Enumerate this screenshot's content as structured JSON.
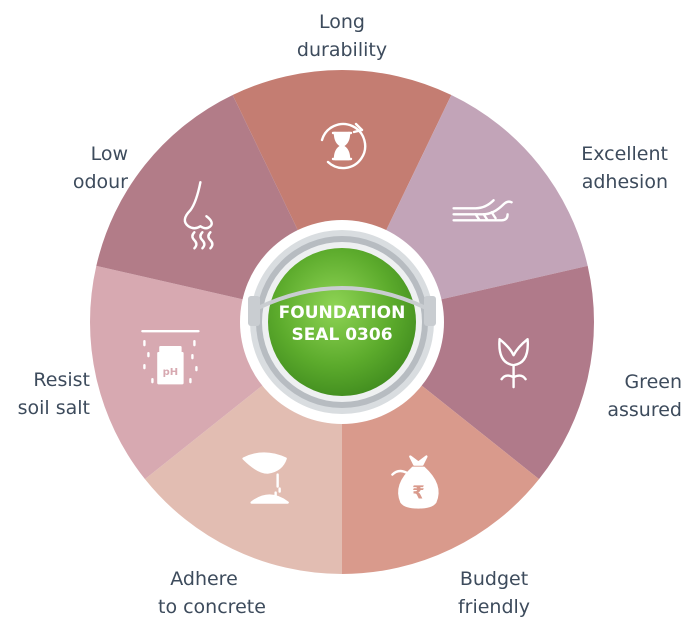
{
  "product": {
    "line1": "FOUNDATION",
    "line2": "SEAL 0306"
  },
  "colors": {
    "label_text": "#3d4b5c",
    "can_green": "#6fbe3a",
    "can_green_dark": "#3f8a1e"
  },
  "segments": [
    {
      "id": "long-durability",
      "line1": "Long",
      "line2": "durability",
      "icon": "hourglass-icon",
      "color": "#c47d72"
    },
    {
      "id": "excellent-adhesion",
      "line1": "Excellent",
      "line2": "adhesion",
      "icon": "brush-icon",
      "color": "#c2a4b8"
    },
    {
      "id": "green-assured",
      "line1": "Green",
      "line2": "assured",
      "icon": "plant-icon",
      "color": "#b07a8a"
    },
    {
      "id": "budget-friendly",
      "line1": "Budget",
      "line2": "friendly",
      "icon": "money-bag-icon",
      "color": "#d99a8c"
    },
    {
      "id": "adhere-to-concrete",
      "line1": "Adhere",
      "line2": "to concrete",
      "icon": "cement-icon",
      "color": "#e2bdb2"
    },
    {
      "id": "resist-soil-salt",
      "line1": "Resist",
      "line2": "soil salt",
      "icon": "salt-shaker-icon",
      "color": "#d7a9b1"
    },
    {
      "id": "low-odour",
      "line1": "Low",
      "line2": "odour",
      "icon": "nose-icon",
      "color": "#b27c88"
    }
  ],
  "icon_glyphs": {
    "currency": "₹",
    "ph": "pH"
  }
}
